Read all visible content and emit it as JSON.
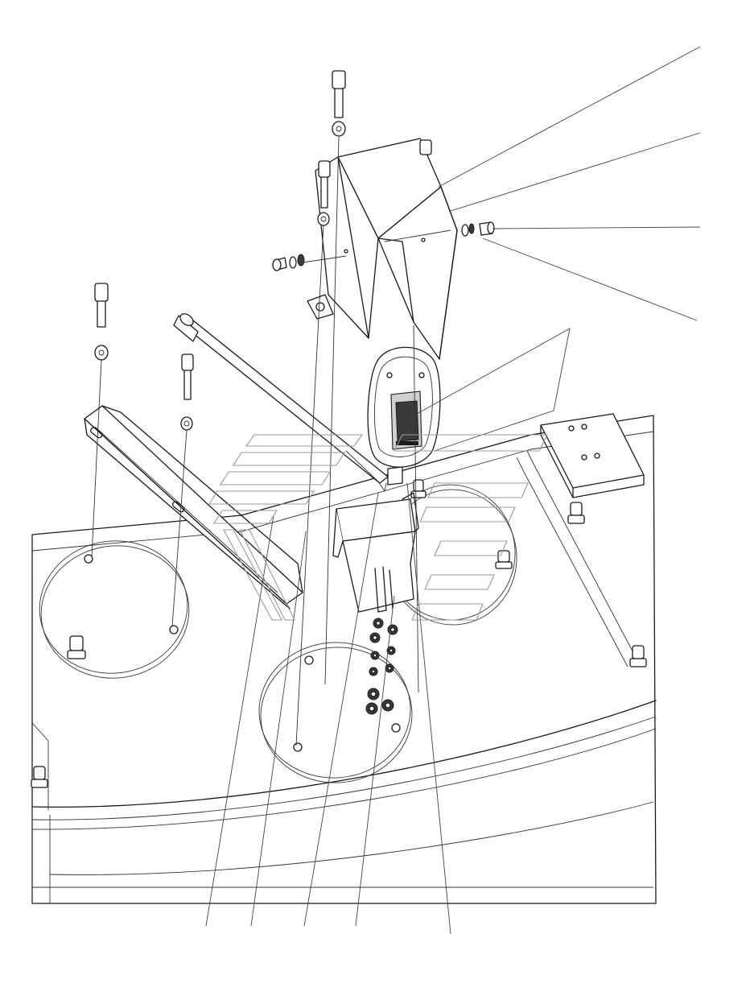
{
  "drawing": {
    "type": "exploded-assembly-line-drawing",
    "background_color": "#ffffff",
    "line_color": "#1a1a1a",
    "watermark_color": "#9a9a9a",
    "parts": [
      "base-plate",
      "mounting-disc",
      "hood-bracket",
      "indicator-lamp",
      "lamp-bracket",
      "long-rod",
      "slotted-bar",
      "corner-mounting-block",
      "bolt",
      "washer",
      "nut"
    ],
    "leader_lines": 10
  }
}
